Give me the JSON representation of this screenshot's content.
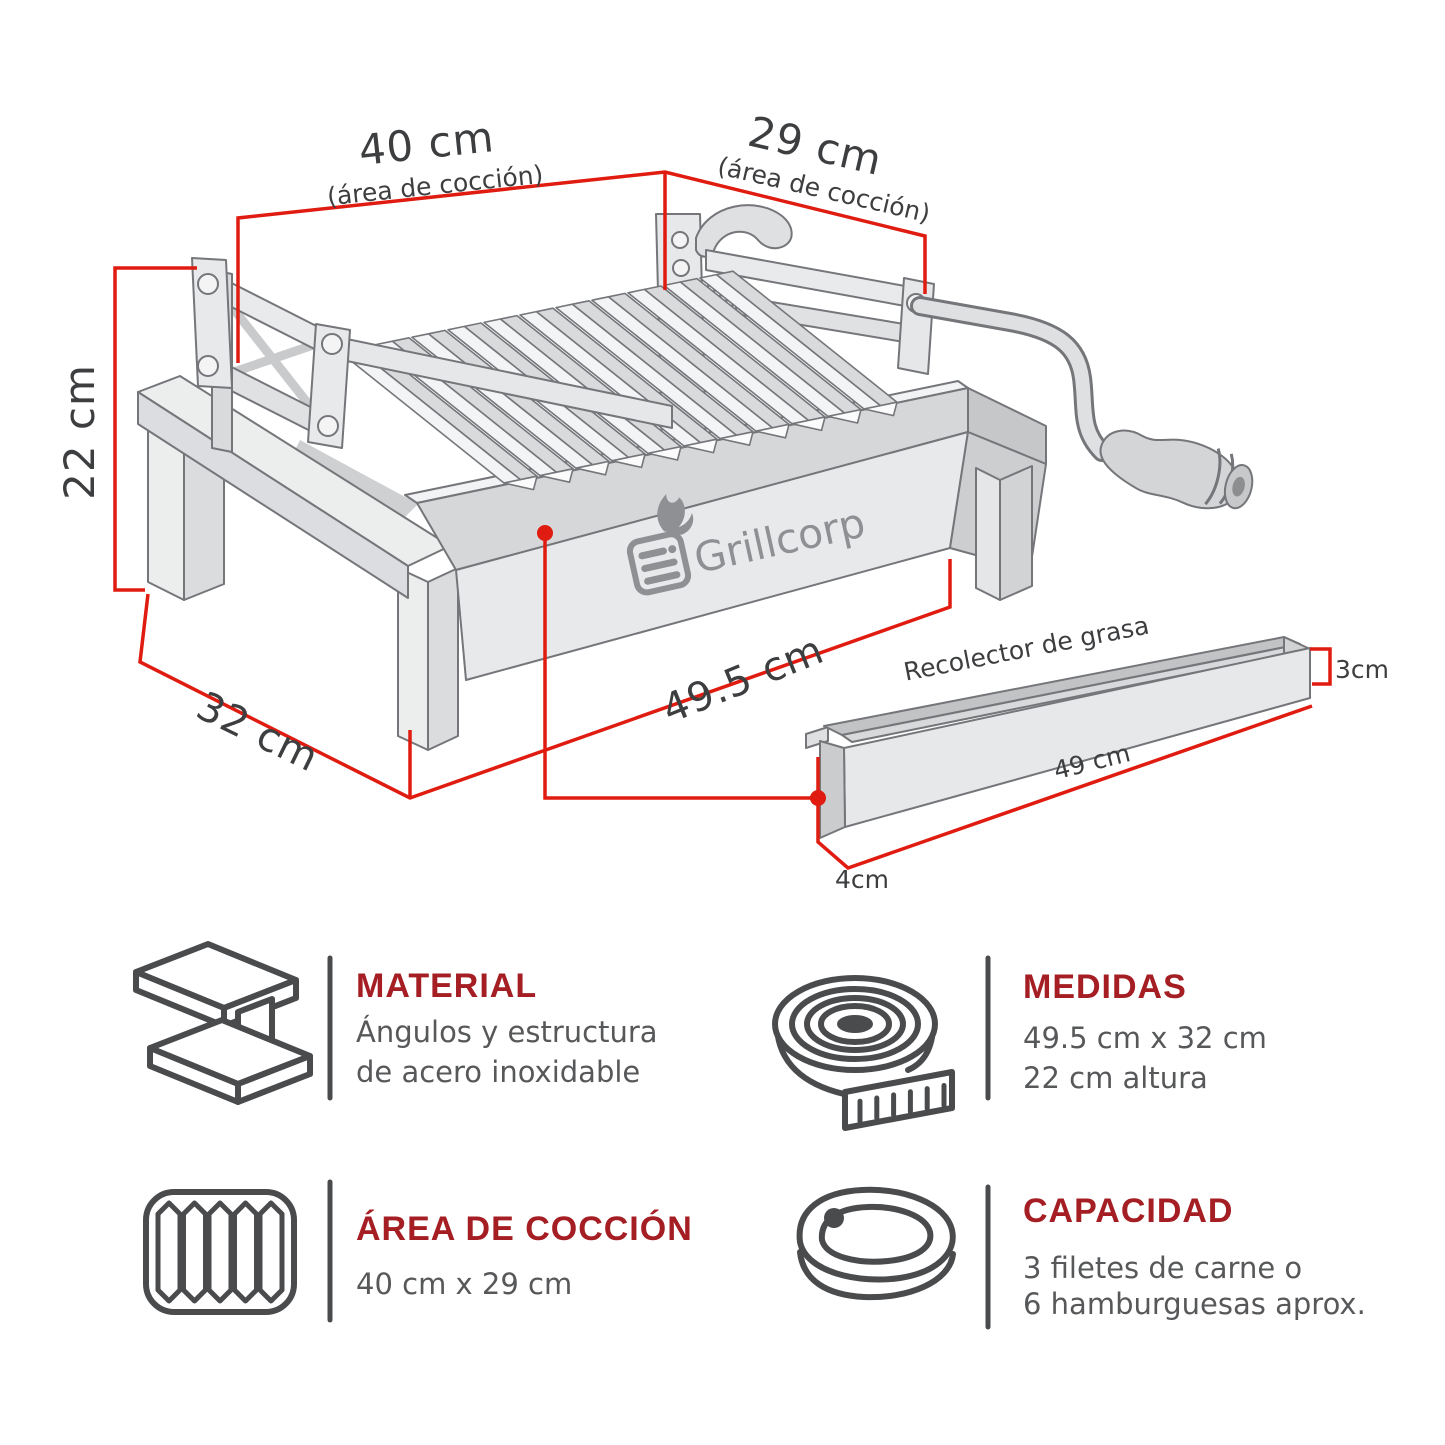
{
  "diagram": {
    "labels": {
      "width_top": "40 cm",
      "width_top_note": "(área de cocción)",
      "depth_top": "29 cm",
      "depth_top_note": "(área de cocción)",
      "height_left": "22 cm",
      "depth_bottom": "32 cm",
      "width_bottom": "49.5 cm",
      "tray_title": "Recolector de grasa",
      "tray_length": "49 cm",
      "tray_height": "3cm",
      "tray_depth": "4cm"
    },
    "logo": {
      "brand": "Grillcorp"
    }
  },
  "sections": {
    "material": {
      "icon": "i-beam-icon",
      "title": "MATERIAL",
      "lines": [
        "Ángulos y estructura",
        "de acero inoxidable"
      ]
    },
    "medidas": {
      "icon": "measuring-tape-icon",
      "title": "MEDIDAS",
      "lines": [
        "49.5 cm x 32 cm",
        "22 cm altura"
      ]
    },
    "area_coccion": {
      "icon": "grill-grate-icon",
      "title": "ÁREA DE COCCIÓN",
      "lines": [
        "40 cm x 29 cm"
      ]
    },
    "capacidad": {
      "icon": "steak-icon",
      "title": "CAPACIDAD",
      "lines": [
        "3 filetes de carne o",
        "6 hamburguesas aprox."
      ]
    }
  },
  "colors": {
    "dimension_red": "#e01b10",
    "heading_red": "#a41e23",
    "body_gray": "#57585a",
    "line_art_gray": "#75767a"
  }
}
